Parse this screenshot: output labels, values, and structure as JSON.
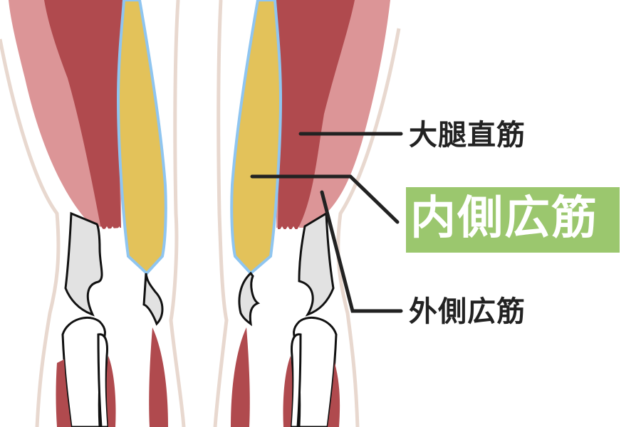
{
  "diagram": {
    "subject": "knee / thigh muscles front view",
    "labels": {
      "rectus_femoris": "大腿直筋",
      "vastus_medialis": "内側広筋",
      "vastus lateralis": "外側広筋",
      "vastus_lateralis": "外側広筋"
    },
    "highlighted_label": "vastus_medialis",
    "colors": {
      "background": "#ffffff",
      "skin_outline": "#e8d8cf",
      "muscle_dark": "#b04a4e",
      "muscle_light": "#dc9597",
      "highlight_muscle_fill": "#e3c25a",
      "highlight_muscle_outline": "#8fc5f0",
      "bone_fill": "#e2e2e2",
      "bone_outline": "#111111",
      "leader_line": "#222222",
      "highlight_box": "#9bc76e",
      "highlight_text": "#ffffff",
      "label_text": "#222222"
    }
  }
}
